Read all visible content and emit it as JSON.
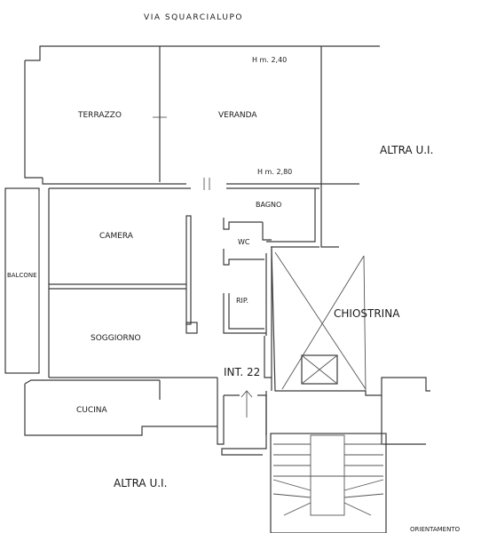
{
  "plan": {
    "street_label": "VIA SQUARCIALUPO",
    "apartment_label": "INT. 22",
    "heights": {
      "upper": "H m. 2,40",
      "lower": "H m. 2,80"
    },
    "rooms": {
      "terrazzo": "TERRAZZO",
      "veranda": "VERANDA",
      "bagno": "BAGNO",
      "wc": "WC",
      "camera": "CAMERA",
      "rip": "RIP.",
      "balcone": "BALCONE",
      "soggiorno": "SOGGIORNO",
      "cucina": "CUCINA",
      "chiostrina": "CHIOSTRINA"
    },
    "neighbors": {
      "right": "ALTRA U.I.",
      "bottom": "ALTRA U.I."
    },
    "orientation_label": "ORIENTAMENTO"
  }
}
